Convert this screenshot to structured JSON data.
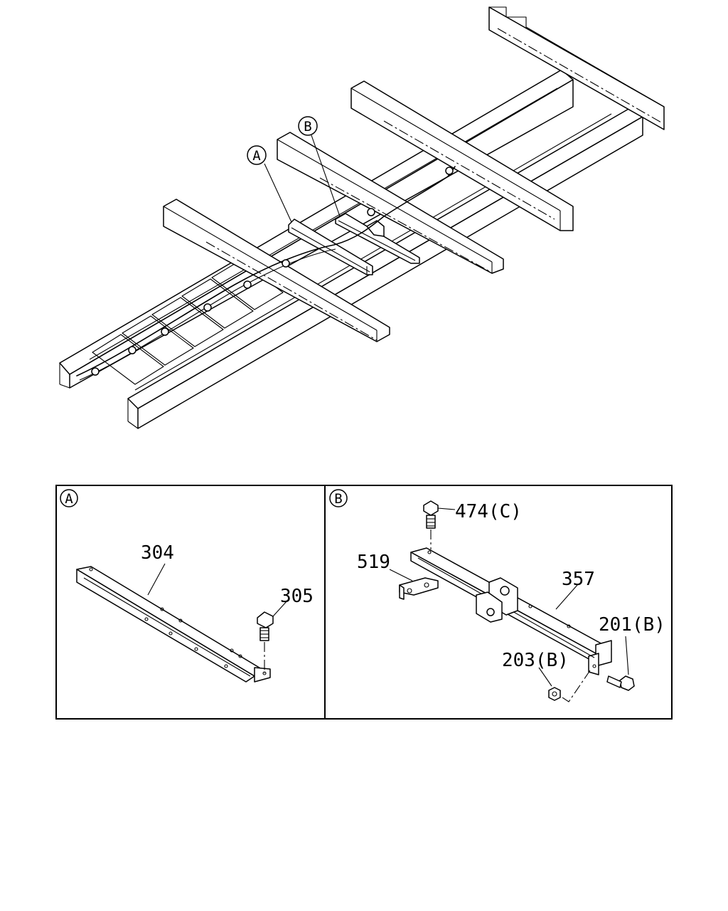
{
  "detail_markers": {
    "overview_a": "A",
    "overview_b": "B",
    "panel_a": "A",
    "panel_b": "B"
  },
  "part_callouts": {
    "p304": "304",
    "p305": "305",
    "p474": "474(C)",
    "p519": "519",
    "p357": "357",
    "p201": "201(B)",
    "p203": "203(B)"
  }
}
